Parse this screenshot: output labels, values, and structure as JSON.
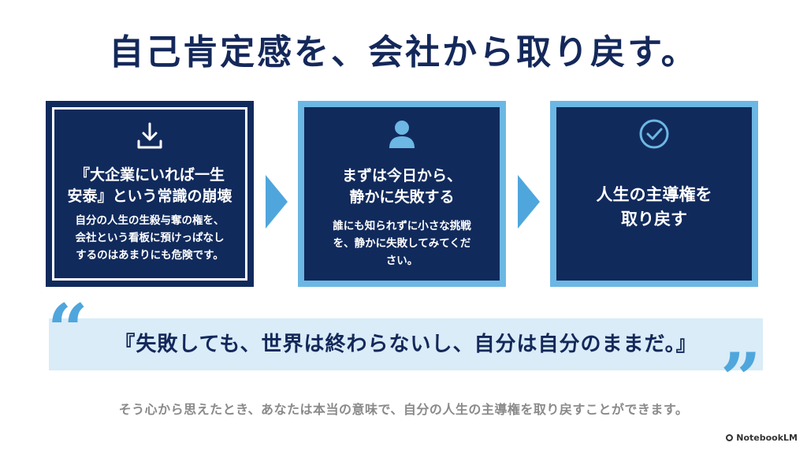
{
  "slide": {
    "title": "自己肯定感を、会社から取り戻す。"
  },
  "cards": [
    {
      "icon": "download-icon",
      "heading": "『大企業にいれば一生\n安泰』という常識の崩壊",
      "body": "自分の人生の生殺与奪の権を、\n会社という看板に預けっぱなし\nするのはあまりにも危険です。"
    },
    {
      "icon": "person-icon",
      "heading": "まずは今日から、\n静かに失敗する",
      "body": "誰にも知られずに小さな挑戦\nを、静かに失敗してみてくだ\nさい。"
    },
    {
      "icon": "check-circle-icon",
      "heading": "人生の主導権を\n取り戻す",
      "body": ""
    }
  ],
  "quote": {
    "text": "『失敗しても、世界は終わらないし、自分は自分のままだ。』",
    "open_mark": "“",
    "close_mark": "”"
  },
  "subtext": "そう心から思えたとき、あなたは本当の意味で、自分の人生の主導権を取り戻すことができます。",
  "brand": "NotebookLM",
  "colors": {
    "navy": "#112a5c",
    "accent_blue": "#4fa6dc",
    "light_band": "#d9ecf8",
    "title": "#14285a"
  }
}
